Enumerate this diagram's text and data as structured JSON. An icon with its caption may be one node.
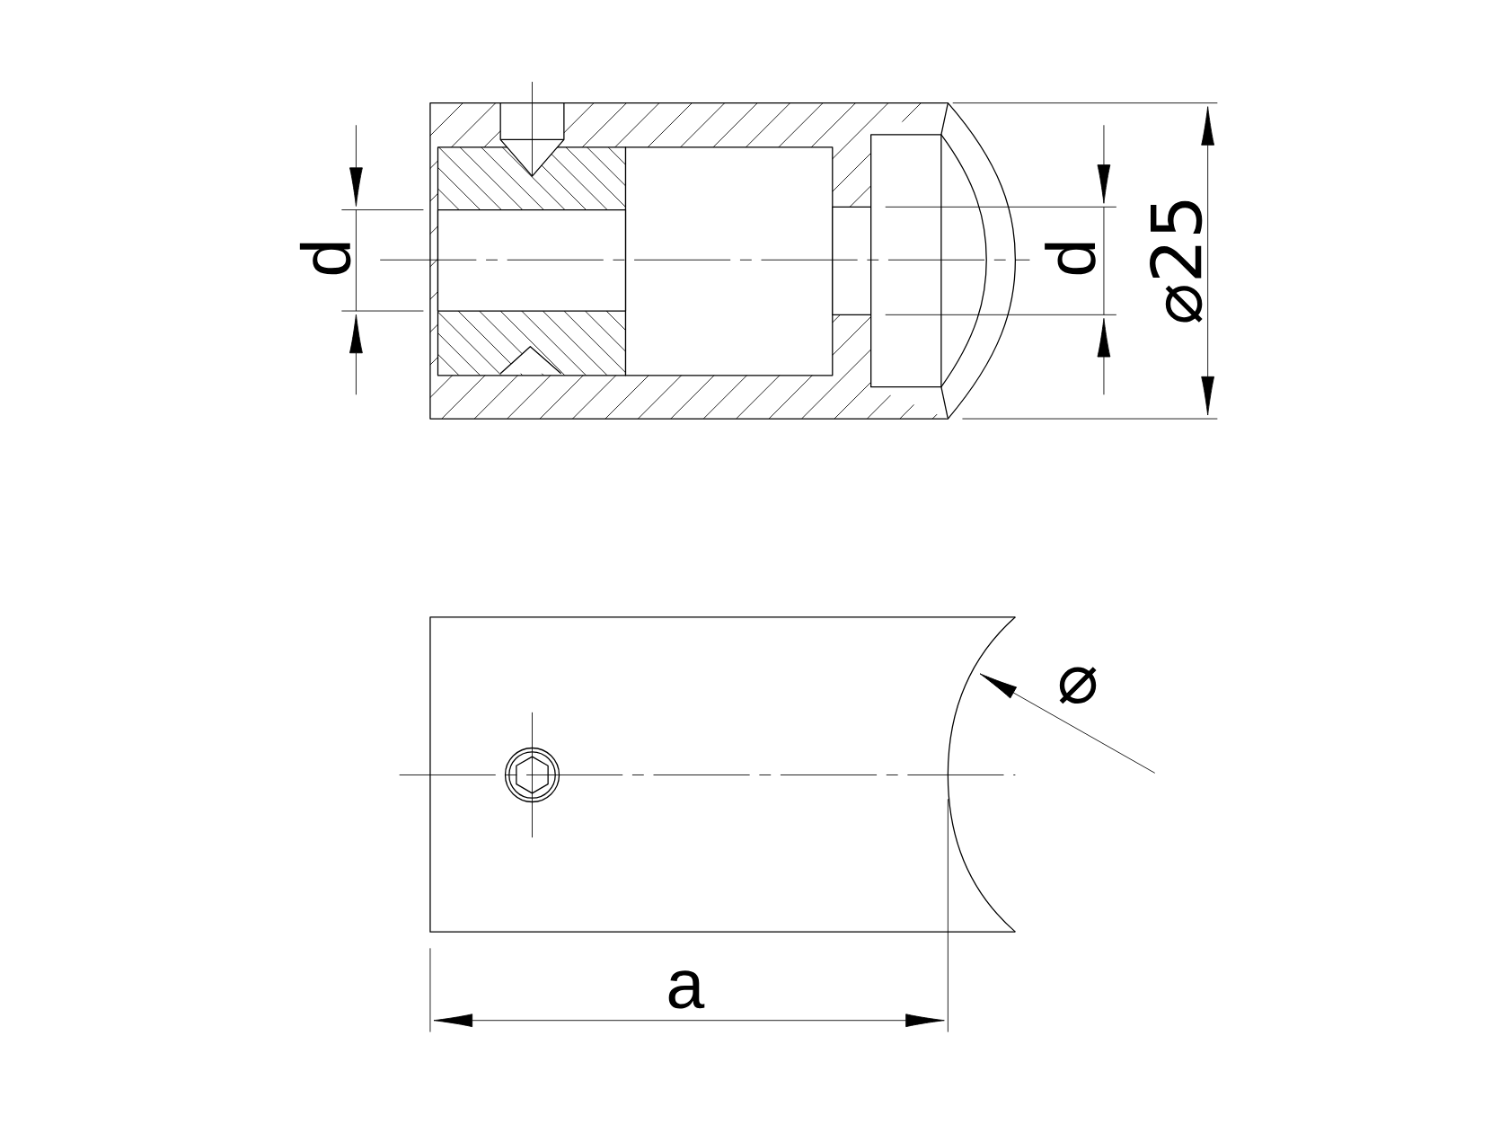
{
  "diagram": {
    "labels": [
      "d",
      "d",
      "⌀25",
      "⌀",
      "a"
    ]
  }
}
